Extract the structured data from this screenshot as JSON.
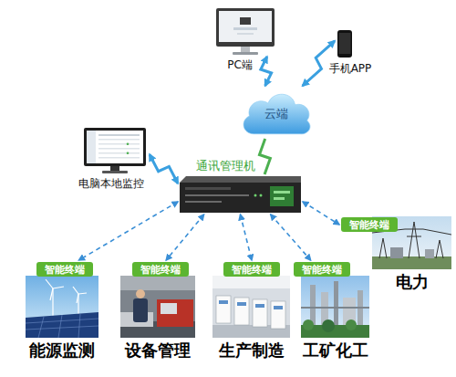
{
  "diagram": {
    "nodes": [
      {
        "text": [
          "PC端"
        ]
      },
      {
        "text": [
          "手机APP"
        ]
      },
      {
        "text": [
          "云端"
        ]
      },
      {
        "text": [
          "电脑本地监控"
        ]
      },
      {
        "text": [
          "通讯管理机"
        ]
      },
      {
        "text": [
          "能源监测"
        ]
      },
      {
        "text": [
          "智能终端"
        ],
        "in": 5
      },
      {
        "text": [
          "设备管理"
        ]
      },
      {
        "text": [
          "智能终端"
        ],
        "in": 7
      },
      {
        "text": [
          "生产制造"
        ]
      },
      {
        "text": [
          "智能终端"
        ],
        "in": 9
      },
      {
        "text": [
          "工矿化工"
        ]
      },
      {
        "text": [
          "智能终端"
        ],
        "in": 11
      },
      {
        "text": [
          "电力"
        ]
      },
      {
        "text": [
          "智能终端"
        ],
        "in": 13
      }
    ],
    "edges": [
      {
        "from": 0,
        "to": 2,
        "arrow": "both"
      },
      {
        "from": 1,
        "to": 2,
        "arrow": "both"
      },
      {
        "from": 3,
        "to": 4,
        "arrow": "both"
      },
      {
        "from": 2,
        "to": 4,
        "arrow": "none"
      },
      {
        "from": 4,
        "to": 6,
        "arrow": "both"
      },
      {
        "from": 4,
        "to": 8,
        "arrow": "both"
      },
      {
        "from": 4,
        "to": 10,
        "arrow": "both"
      },
      {
        "from": 4,
        "to": 12,
        "arrow": "both"
      },
      {
        "from": 4,
        "to": 14,
        "arrow": "both"
      }
    ]
  }
}
